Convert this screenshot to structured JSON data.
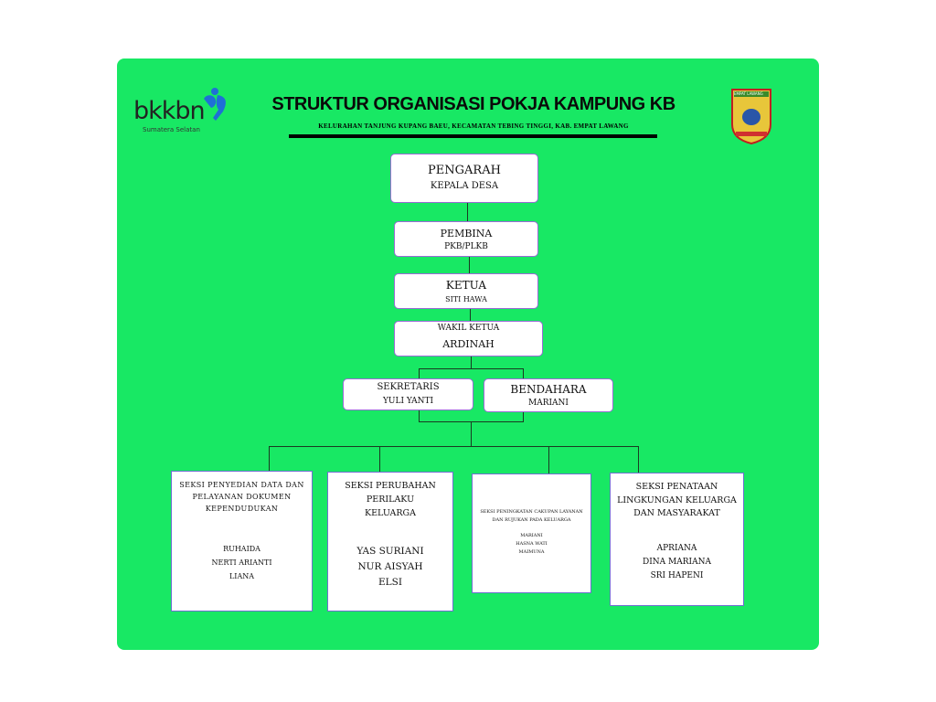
{
  "header": {
    "title": "STRUKTUR ORGANISASI POKJA KAMPUNG KB",
    "subtitle": "KELURAHAN TANJUNG KUPANG BAEU, KECAMATAN TEBING TINGGI, KAB. EMPAT LAWANG"
  },
  "logos": {
    "left": "bkkbn",
    "left_sub": "Sumatera Selatan",
    "right": "EMPAT LAWANG"
  },
  "colors": {
    "background": "#18e864",
    "logo_blue": "#1f6fd6"
  },
  "nodes": {
    "pengarah": {
      "role": "PENGARAH",
      "name": "KEPALA DESA"
    },
    "pembina": {
      "role": "PEMBINA",
      "name": "PKB/PLKB"
    },
    "ketua": {
      "role": "KETUA",
      "name": "SITI HAWA"
    },
    "wakil": {
      "role": "WAKIL KETUA",
      "name": "ARDINAH"
    },
    "sekretaris": {
      "role": "SEKRETARIS",
      "name": "YULI YANTI"
    },
    "bendahara": {
      "role": "BENDAHARA",
      "name": "MARIANI"
    }
  },
  "seksi": [
    {
      "title": "SEKSI PENYEDIAN DATA DAN PELAYANAN DOKUMEN KEPENDUDUKAN",
      "members": [
        "RUHAIDA",
        "NERTI ARIANTI",
        "LIANA"
      ]
    },
    {
      "title": "SEKSI PERUBAHAN PERILAKU KELUARGA",
      "members": [
        "YAS SURIANI",
        "NUR AISYAH",
        "ELSI"
      ]
    },
    {
      "title": "SEKSI PENINGKATAN CAKUPAN LAYANAN DAN RUJUKAN PADA KELUARGA",
      "members": [
        "MARIANI",
        "HASNA WATI",
        "MAIMUNA"
      ]
    },
    {
      "title": "SEKSI PENATAAN LINGKUNGAN KELUARGA DAN MASYARAKAT",
      "members": [
        "APRIANA",
        "DINA MARIANA",
        "SRI HAPENI"
      ]
    }
  ]
}
